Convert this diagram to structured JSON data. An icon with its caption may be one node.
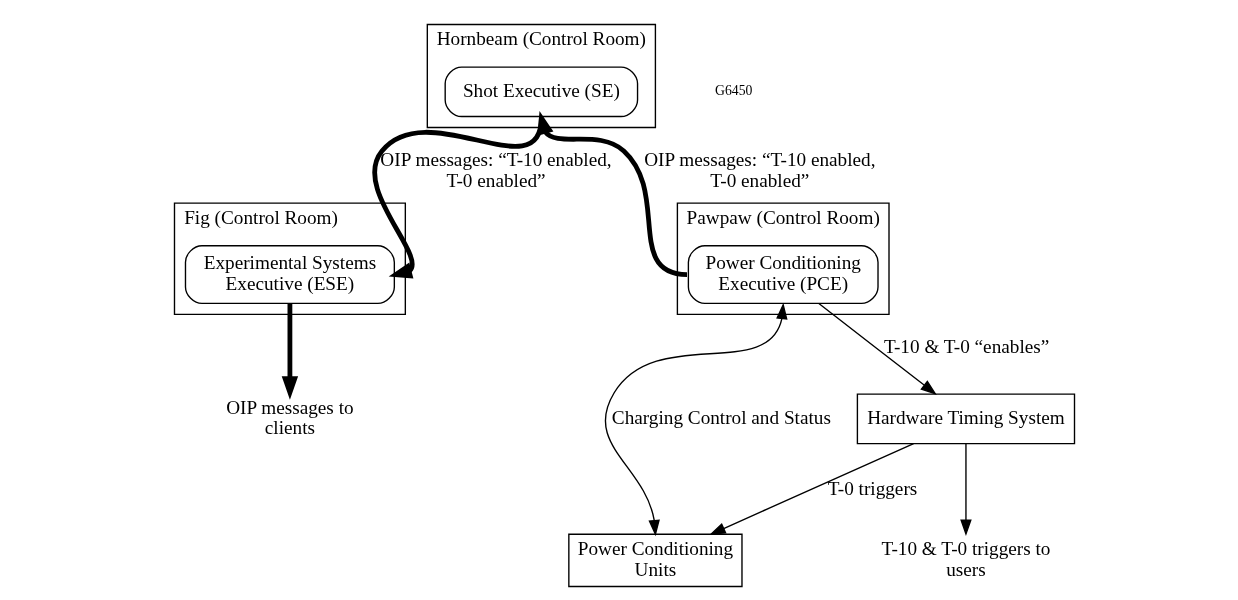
{
  "diagram": {
    "nodes": [
      {
        "text": [
          "Hornbeam (Control Room)"
        ]
      },
      {
        "text": [
          "Shot Executive (SE)"
        ],
        "in": 0
      },
      {
        "text": [
          "Fig (Control Room)"
        ]
      },
      {
        "text": [
          "Experimental Systems Executive (ESE)"
        ],
        "in": 2
      },
      {
        "text": [
          "Pawpaw (Control Room)"
        ]
      },
      {
        "text": [
          "Power Conditioning Executive (PCE)"
        ],
        "in": 4
      },
      {
        "text": [
          "OIP messages to clients"
        ]
      },
      {
        "text": [
          "Power Conditioning Units"
        ]
      },
      {
        "text": [
          "Hardware Timing System"
        ]
      },
      {
        "text": [
          "T-10 & T-0 triggers to users"
        ]
      }
    ],
    "edges": [
      {
        "from": 1,
        "to": 3,
        "arrow": "to",
        "label": "OIP messages: “T-10 enabled, T-0 enabled”",
        "style": "thick"
      },
      {
        "from": 5,
        "to": 1,
        "arrow": "to",
        "label": "OIP messages: “T-10 enabled, T-0 enabled”",
        "style": "thick"
      },
      {
        "from": 3,
        "to": 6,
        "arrow": "to",
        "style": "thick"
      },
      {
        "from": 7,
        "to": 5,
        "arrow": "both",
        "label": "Charging Control and Status"
      },
      {
        "from": 5,
        "to": 8,
        "arrow": "to",
        "label": "T-10 & T-0 “enables”"
      },
      {
        "from": 8,
        "to": 7,
        "arrow": "to",
        "label": "T-0 triggers"
      },
      {
        "from": 8,
        "to": 9,
        "arrow": "to"
      }
    ],
    "labels": [
      "G6450"
    ]
  }
}
